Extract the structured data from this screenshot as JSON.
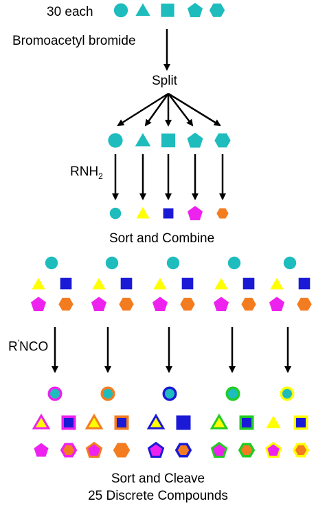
{
  "labels": {
    "start": "30 each",
    "reagent1": "Bromoacetyl bromide",
    "split": "Split",
    "reagent2_main": "RNH",
    "reagent2_sub": "2",
    "sort_combine": "Sort and Combine",
    "reagent3_pre": "R",
    "reagent3_sup": "'",
    "reagent3_post": "NCO",
    "final1": "Sort and Cleave",
    "final2": "25 Discrete Compounds"
  },
  "colors": {
    "teal": "#1ebcbc",
    "yellow": "#ffff00",
    "blue": "#1a1ad6",
    "magenta": "#ee22ee",
    "orange": "#f47c20",
    "green": "#22cc22",
    "arrow": "#000000"
  },
  "shapes": [
    "circle",
    "triangle",
    "square",
    "pentagon",
    "hexagon"
  ],
  "products": {
    "ring_colors": [
      "magenta",
      "orange",
      "blue",
      "green",
      "yellow"
    ],
    "items": [
      "circle",
      "triangle",
      "square",
      "pentagon",
      "hexagon"
    ]
  }
}
